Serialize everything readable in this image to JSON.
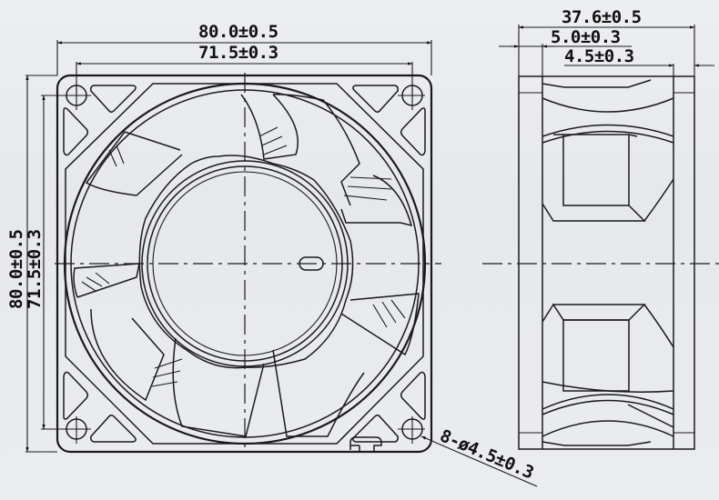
{
  "drawing": {
    "title": "80mm fan dimension drawing",
    "front_view": {
      "width_overall": "80.0±0.5",
      "hole_pitch_horizontal": "71.5±0.3",
      "height_overall": "80.0±0.5",
      "hole_pitch_vertical": "71.5±0.3",
      "mounting_holes": "8-ø4.5±0.3",
      "blade_count": 7
    },
    "side_view": {
      "depth_overall": "37.6±0.5",
      "flange_thickness": "5.0±0.3",
      "flange_offset": "4.5±0.3"
    }
  }
}
